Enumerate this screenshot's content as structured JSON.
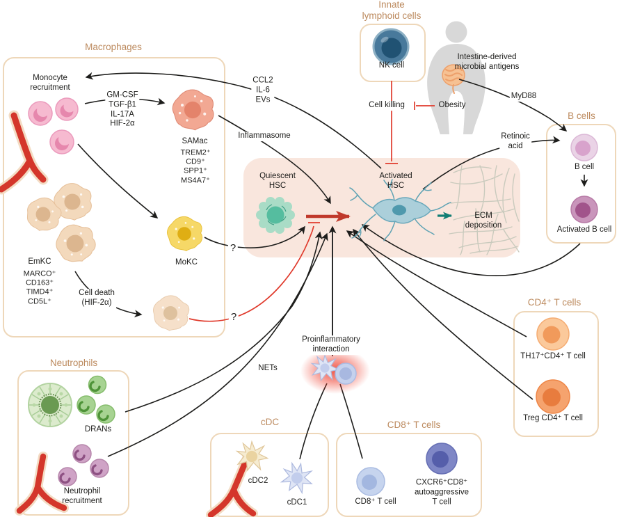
{
  "colors": {
    "title_text": "#bc8a5e",
    "box_border": "#eed7b9",
    "hsc_panel_pink": "#f9e6dd",
    "arrow_black": "#1d1d1b",
    "arrow_red": "#c0392b",
    "inhibit_red": "#e03a2c",
    "arrow_teal": "#117e74",
    "body_text": "#1d1d1b"
  },
  "macrophages": {
    "title": "Macrophages",
    "monocyte_recruitment": "Monocyte\nrecruitment",
    "factors": "GM-CSF\nTGF-β1\nIL-17A\nHIF-2α",
    "samac_label": "SAMac",
    "samac_markers": "TREM2⁺\nCD9⁺\nSPP1⁺\nMS4A7⁺",
    "emkc_label": "EmKC",
    "emkc_markers": "MARCO⁺\nCD163⁺\nTIMD4⁺\nCD5L⁺",
    "mokc_label": "MoKC",
    "cell_death": "Cell death\n(HIF-2α)",
    "question_mokc": "?",
    "question_dead": "?"
  },
  "innate_lymphoid": {
    "title": "Innate\nlymphoid cells",
    "nk_label": "NK cell",
    "cell_killing": "Cell killing",
    "obesity": "Obesity"
  },
  "host": {
    "intestine_label": "Intestine-derived\nmicrobial antigens",
    "myd88": "MyD88"
  },
  "b_cells": {
    "title": "B cells",
    "b_cell": "B cell",
    "activated_b_cell": "Activated B cell",
    "retinoic_acid": "Retinoic\nacid"
  },
  "hsc": {
    "quiescent": "Quiescent\nHSC",
    "activated": "Activated\nHSC",
    "ecm": "ECM\ndeposition",
    "ccl2_signals": "CCL2\nIL-6\nEVs",
    "inflammasome": "Inflammasome"
  },
  "neutrophils": {
    "title": "Neutrophils",
    "drans": "DRANs",
    "recruitment": "Neutrophil\nrecruitment",
    "nets": "NETs"
  },
  "dendritic_cells": {
    "title": "cDC",
    "cdc2": "cDC2",
    "cdc1": "cDC1",
    "proinflammatory": "Proinflammatory\ninteraction"
  },
  "cd8_t_cells": {
    "title": "CD8⁺ T cells",
    "cd8": "CD8⁺ T cell",
    "cxcr6": "CXCR6⁺CD8⁺\nautoaggressive\nT cell"
  },
  "cd4_t_cells": {
    "title": "CD4⁺ T cells",
    "th17": "TH17⁺CD4⁺ T cell",
    "treg": "Treg CD4⁺ T cell"
  }
}
